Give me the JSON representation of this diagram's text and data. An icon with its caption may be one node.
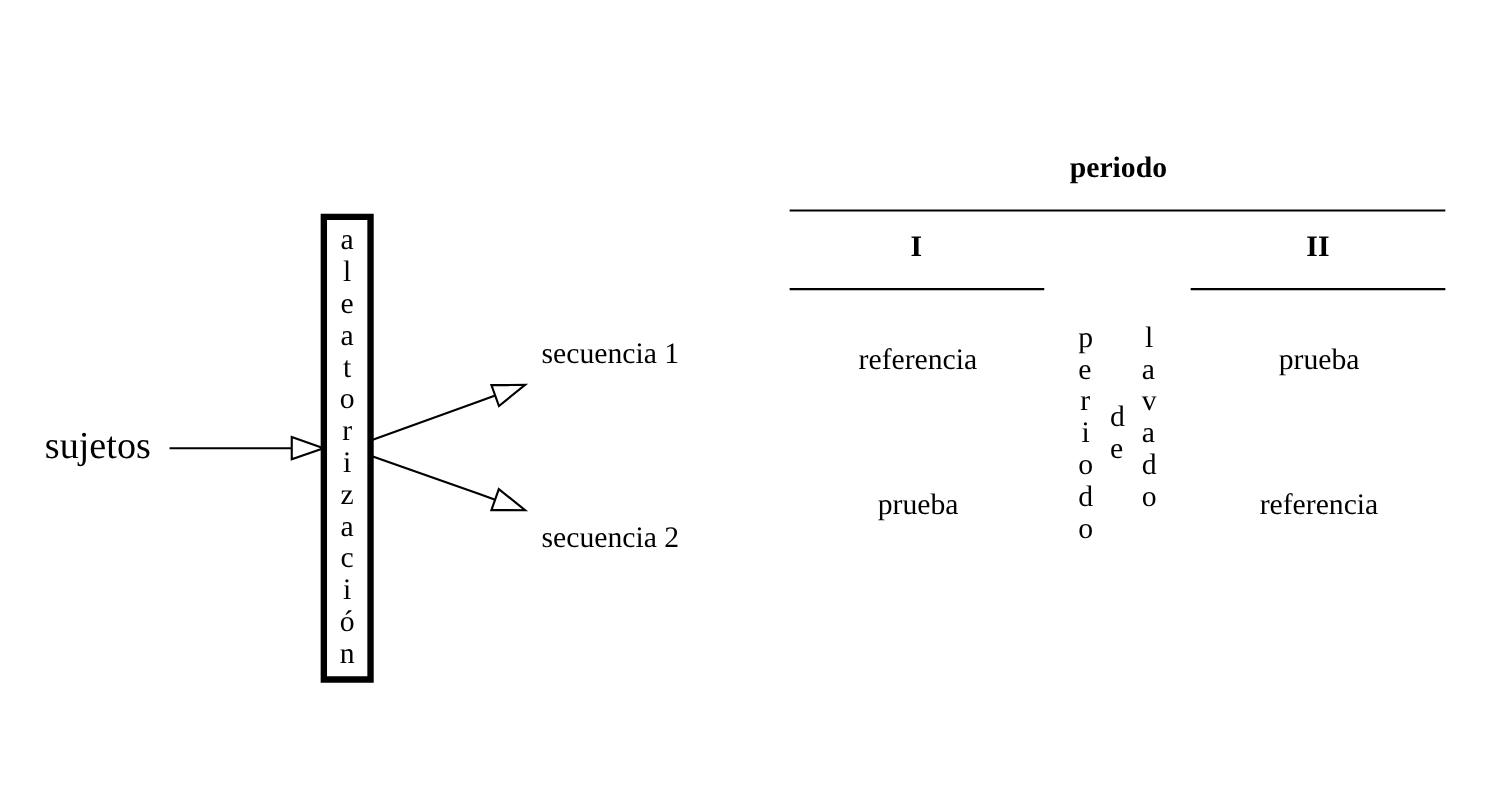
{
  "diagram": {
    "nodes": [
      {
        "text": [
          "sujetos"
        ]
      },
      {
        "text": [
          "aleatorización"
        ]
      },
      {
        "text": [
          "secuencia 1"
        ]
      },
      {
        "text": [
          "secuencia 2"
        ]
      }
    ],
    "edges": [
      {
        "from": 0,
        "to": 1,
        "arrow": "to"
      },
      {
        "from": 1,
        "to": 2,
        "arrow": "to"
      },
      {
        "from": 1,
        "to": 3,
        "arrow": "to"
      }
    ],
    "labels": [
      "periodo",
      "I",
      "II",
      "referencia",
      "periodo",
      "de",
      "lavado",
      "prueba",
      "prueba",
      "referencia"
    ]
  }
}
